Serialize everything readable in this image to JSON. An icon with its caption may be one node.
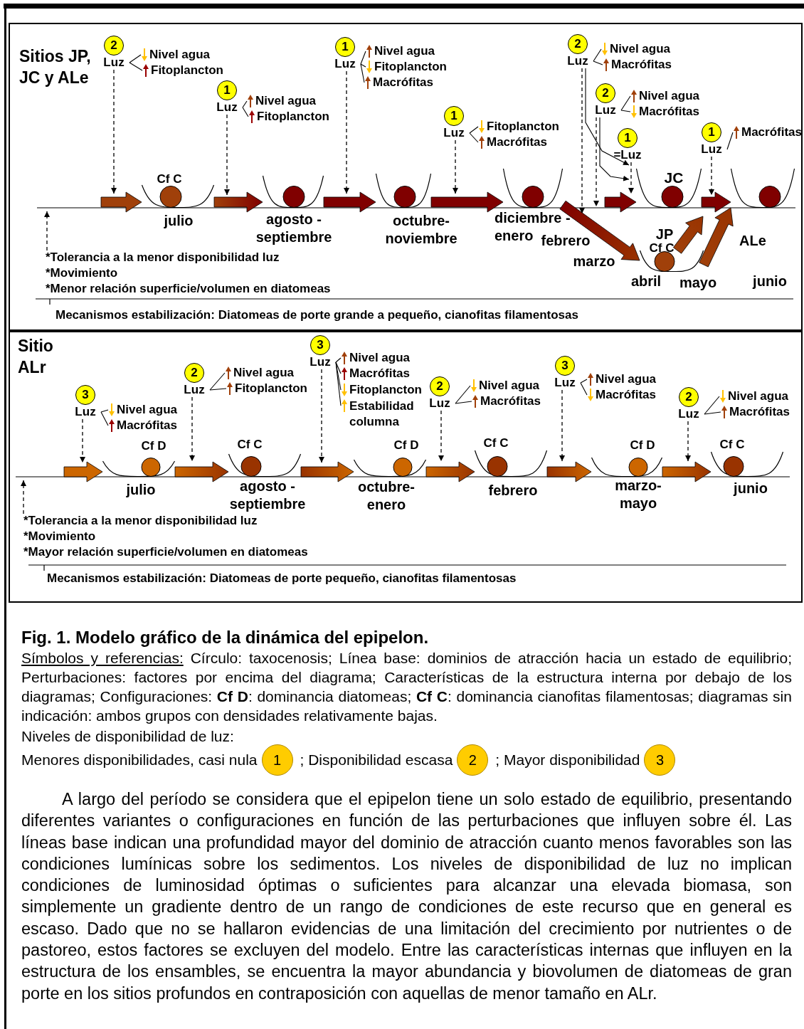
{
  "diagram": {
    "caption": "Fig. 1. Modelo gráfico de la dinámica del epipelon.",
    "nodes": [
      {
        "text": [
          "Sitios JP, JC y ALe"
        ]
      },
      {
        "text": [
          "2",
          "Luz"
        ],
        "in": 0
      },
      {
        "text": [
          "Nivel agua"
        ],
        "in": 0
      },
      {
        "text": [
          "Fitoplancton"
        ],
        "in": 0
      },
      {
        "text": [
          "1",
          "Luz"
        ],
        "in": 0
      },
      {
        "text": [
          "Nivel agua"
        ],
        "in": 0
      },
      {
        "text": [
          "Fitoplancton"
        ],
        "in": 0
      },
      {
        "text": [
          "1",
          "Luz"
        ],
        "in": 0
      },
      {
        "text": [
          "Nivel agua"
        ],
        "in": 0
      },
      {
        "text": [
          "Fitoplancton"
        ],
        "in": 0
      },
      {
        "text": [
          "Macrófitas"
        ],
        "in": 0
      },
      {
        "text": [
          "1",
          "Luz"
        ],
        "in": 0
      },
      {
        "text": [
          "Fitoplancton"
        ],
        "in": 0
      },
      {
        "text": [
          "Macrófitas"
        ],
        "in": 0
      },
      {
        "text": [
          "2",
          "Luz"
        ],
        "in": 0
      },
      {
        "text": [
          "Nivel agua"
        ],
        "in": 0
      },
      {
        "text": [
          "Macrófitas"
        ],
        "in": 0
      },
      {
        "text": [
          "2",
          "Luz"
        ],
        "in": 0
      },
      {
        "text": [
          "Nivel agua"
        ],
        "in": 0
      },
      {
        "text": [
          "Macrófitas"
        ],
        "in": 0
      },
      {
        "text": [
          "1",
          "=Luz"
        ],
        "in": 0
      },
      {
        "text": [
          "1",
          "Luz"
        ],
        "in": 0
      },
      {
        "text": [
          "Macrófitas"
        ],
        "in": 0
      },
      {
        "text": [
          "Cf C"
        ],
        "beside": [
          "julio"
        ],
        "in": 0
      },
      {
        "text": [],
        "shape": "cup",
        "beside": [
          "agosto - septiembre"
        ],
        "in": 0
      },
      {
        "text": [],
        "shape": "cup",
        "beside": [
          "octubre- noviembre"
        ],
        "in": 0
      },
      {
        "text": [],
        "shape": "cup",
        "beside": [
          "diciembre - enero"
        ],
        "in": 0
      },
      {
        "text": [
          "JC"
        ],
        "in": 0
      },
      {
        "text": [],
        "shape": "cup",
        "in": 0
      },
      {
        "text": [
          "Cf C"
        ],
        "beside": [
          "abril",
          "mayo"
        ],
        "in": 0
      },
      {
        "text": [
          "*Tolerancia a la menor disponibilidad luz",
          "*Movimiento",
          "*Menor relación superficie/volumen en diatomeas"
        ],
        "in": 0
      },
      {
        "text": [
          "Sitio ALr"
        ]
      },
      {
        "text": [
          "3",
          "Luz"
        ],
        "in": 31
      },
      {
        "text": [
          "Nivel agua"
        ],
        "in": 31
      },
      {
        "text": [
          "Macrófitas"
        ],
        "in": 31
      },
      {
        "text": [
          "2",
          "Luz"
        ],
        "in": 31
      },
      {
        "text": [
          "Nivel agua"
        ],
        "in": 31
      },
      {
        "text": [
          "Fitoplancton"
        ],
        "in": 31
      },
      {
        "text": [
          "3",
          "Luz"
        ],
        "in": 31
      },
      {
        "text": [
          "Nivel agua"
        ],
        "in": 31
      },
      {
        "text": [
          "Macrófitas"
        ],
        "in": 31
      },
      {
        "text": [
          "Fitoplancton"
        ],
        "in": 31
      },
      {
        "text": [
          "Estabilidad columna"
        ],
        "in": 31
      },
      {
        "text": [
          "2",
          "Luz"
        ],
        "in": 31
      },
      {
        "text": [
          "Nivel agua"
        ],
        "in": 31
      },
      {
        "text": [
          "Macrófitas"
        ],
        "in": 31
      },
      {
        "text": [
          "3",
          "Luz"
        ],
        "in": 31
      },
      {
        "text": [
          "Nivel agua"
        ],
        "in": 31
      },
      {
        "text": [
          "Macrófitas"
        ],
        "in": 31
      },
      {
        "text": [
          "2",
          "Luz"
        ],
        "in": 31
      },
      {
        "text": [
          "Nivel agua"
        ],
        "in": 31
      },
      {
        "text": [
          "Macrófitas"
        ],
        "in": 31
      },
      {
        "text": [
          "Cf D"
        ],
        "beside": [
          "julio"
        ],
        "in": 31
      },
      {
        "text": [
          "Cf C"
        ],
        "beside": [
          "agosto - septiembre"
        ],
        "in": 31
      },
      {
        "text": [
          "Cf D"
        ],
        "beside": [
          "octubre- enero"
        ],
        "in": 31
      },
      {
        "text": [
          "Cf C"
        ],
        "beside": [
          "febrero"
        ],
        "in": 31
      },
      {
        "text": [
          "Cf D"
        ],
        "beside": [
          "marzo- mayo"
        ],
        "in": 31
      },
      {
        "text": [
          "Cf C"
        ],
        "beside": [
          "junio"
        ],
        "in": 31
      },
      {
        "text": [
          "*Tolerancia a la menor disponibilidad luz",
          "*Movimiento",
          "*Mayor relación superficie/volumen en diatomeas"
        ],
        "in": 31
      },
      {
        "text": [
          "1"
        ],
        "beside": [
          "Menores disponibilidades, casi nula"
        ]
      },
      {
        "text": [
          "2"
        ],
        "beside": [
          "; Disponibilidad escasa"
        ]
      },
      {
        "text": [
          "3"
        ],
        "beside": [
          "; Mayor disponibilidad"
        ]
      }
    ],
    "edges": [
      {
        "from": 1,
        "to": 2,
        "arrow": "none"
      },
      {
        "from": 1,
        "to": 3,
        "arrow": "none"
      },
      {
        "from": 4,
        "to": 5,
        "arrow": "none"
      },
      {
        "from": 4,
        "to": 6,
        "arrow": "none"
      },
      {
        "from": 7,
        "to": 8,
        "arrow": "none"
      },
      {
        "from": 7,
        "to": 9,
        "arrow": "none"
      },
      {
        "from": 7,
        "to": 10,
        "arrow": "none"
      },
      {
        "from": 11,
        "to": 12,
        "arrow": "none"
      },
      {
        "from": 11,
        "to": 13,
        "arrow": "none"
      },
      {
        "from": 14,
        "to": 15,
        "arrow": "none"
      },
      {
        "from": 14,
        "to": 16,
        "arrow": "none"
      },
      {
        "from": 17,
        "to": 18,
        "arrow": "none"
      },
      {
        "from": 17,
        "to": 19,
        "arrow": "none"
      },
      {
        "from": 21,
        "to": 22,
        "arrow": "none"
      },
      {
        "from": 1,
        "to": null,
        "arrow": "to",
        "style": "dashed"
      },
      {
        "from": 4,
        "to": 23,
        "arrow": "to",
        "style": "dashed"
      },
      {
        "from": 7,
        "to": 24,
        "arrow": "to",
        "style": "dashed"
      },
      {
        "from": 11,
        "to": 25,
        "arrow": "to",
        "style": "dashed"
      },
      {
        "from": 14,
        "to": 26,
        "arrow": "to",
        "style": "dashed"
      },
      {
        "from": 17,
        "to": null,
        "arrow": "to",
        "style": "dashed"
      },
      {
        "from": 20,
        "to": 27,
        "arrow": "to",
        "style": "dashed"
      },
      {
        "from": 21,
        "to": 27,
        "arrow": "to",
        "style": "dashed"
      },
      {
        "from": 14,
        "to": 20,
        "arrow": "to"
      },
      {
        "from": 17,
        "to": 27,
        "arrow": "to"
      },
      {
        "from": null,
        "to": 23,
        "arrow": "to",
        "style": "thick",
        "color": "#a0400a"
      },
      {
        "from": 23,
        "to": 24,
        "arrow": "to",
        "style": "thick",
        "color": "#800000"
      },
      {
        "from": 24,
        "to": 25,
        "arrow": "to",
        "style": "thick",
        "color": "#800000"
      },
      {
        "from": 25,
        "to": 26,
        "arrow": "to",
        "style": "thick",
        "color": "#800000"
      },
      {
        "from": 26,
        "to": 29,
        "arrow": "to",
        "style": "thick",
        "color": "#993300"
      },
      {
        "from": null,
        "to": 27,
        "arrow": "to",
        "style": "thick",
        "color": "#800000"
      },
      {
        "from": 27,
        "to": 28,
        "arrow": "to",
        "style": "thick",
        "color": "#800000"
      },
      {
        "from": 29,
        "to": null,
        "label": "JP",
        "arrow": "to",
        "style": "thick",
        "color": "#993300"
      },
      {
        "from": 29,
        "to": 28,
        "label": "ALe",
        "arrow": "to",
        "style": "thick",
        "color": "#993300"
      },
      {
        "from": 30,
        "to": null,
        "arrow": "to",
        "style": "dashed"
      },
      {
        "from": 32,
        "to": 33,
        "arrow": "none"
      },
      {
        "from": 32,
        "to": 34,
        "arrow": "none"
      },
      {
        "from": 35,
        "to": 36,
        "arrow": "none"
      },
      {
        "from": 35,
        "to": 37,
        "arrow": "none"
      },
      {
        "from": 38,
        "to": 39,
        "arrow": "none"
      },
      {
        "from": 38,
        "to": 40,
        "arrow": "none"
      },
      {
        "from": 38,
        "to": 41,
        "arrow": "none"
      },
      {
        "from": 38,
        "to": 42,
        "arrow": "none"
      },
      {
        "from": 43,
        "to": 44,
        "arrow": "none"
      },
      {
        "from": 43,
        "to": 45,
        "arrow": "none"
      },
      {
        "from": 46,
        "to": 47,
        "arrow": "none"
      },
      {
        "from": 46,
        "to": 48,
        "arrow": "none"
      },
      {
        "from": 49,
        "to": 50,
        "arrow": "none"
      },
      {
        "from": 49,
        "to": 51,
        "arrow": "none"
      },
      {
        "from": 32,
        "to": 52,
        "arrow": "to",
        "style": "dashed"
      },
      {
        "from": 35,
        "to": 52,
        "arrow": "to",
        "style": "dashed"
      },
      {
        "from": 38,
        "to": 53,
        "arrow": "to",
        "style": "dashed"
      },
      {
        "from": 43,
        "to": 54,
        "arrow": "to",
        "style": "dashed"
      },
      {
        "from": 46,
        "to": 55,
        "arrow": "to",
        "style": "dashed"
      },
      {
        "from": 49,
        "to": 57,
        "arrow": "to",
        "style": "dashed"
      },
      {
        "from": null,
        "to": 52,
        "arrow": "to",
        "style": "thick",
        "color": "#cc6600"
      },
      {
        "from": 52,
        "to": 53,
        "arrow": "to",
        "style": "thick",
        "color": "#993300"
      },
      {
        "from": 53,
        "to": 54,
        "arrow": "to",
        "style": "thick",
        "color": "#cc6600"
      },
      {
        "from": 54,
        "to": 55,
        "arrow": "to",
        "style": "thick",
        "color": "#993300"
      },
      {
        "from": 55,
        "to": 56,
        "arrow": "to",
        "style": "thick",
        "color": "#cc6600"
      },
      {
        "from": 56,
        "to": 57,
        "arrow": "to",
        "style": "thick",
        "color": "#993300"
      },
      {
        "from": 58,
        "to": null,
        "arrow": "to",
        "style": "dashed"
      }
    ],
    "labels": [
      "febrero",
      "marzo",
      "junio",
      "Mecanismos estabilización: Diatomeas de porte grande a pequeño, cianofitas filamentosas",
      "Mecanismos estabilización: Diatomeas de porte pequeño, cianofitas filamentosas",
      "Símbolos y referencias:",
      "Círculo: taxocenosis; Línea base: dominios de atracción hacia un estado de equilibrio; Perturbaciones: factores por encima del diagrama; Características de la estructura interna por debajo de los diagramas; Configuraciones: **Cf D**: dominancia diatomeas; **Cf C**: dominancia cianofitas filamentosas; diagramas sin indicación: ambos grupos con densidades relativamente bajas.",
      "Niveles de disponibilidad de luz:",
      "A largo del período se considera que el epipelon tiene un solo estado de equilibrio, presentando diferentes variantes o configuraciones en función de las perturbaciones que influyen sobre él. Las líneas base indican una profundidad mayor del dominio de atracción cuanto menos favorables son las condiciones lumínicas sobre los sedimentos. Los niveles de disponibilidad de luz no implican condiciones de luminosidad óptimas o suficientes para alcanzar una elevada biomasa, son simplemente un gradiente dentro de un rango de condiciones de este recurso que en general es escaso. Dado que no se hallaron evidencias de una limitación del crecimiento por nutrientes o de pastoreo, estos factores se excluyen del modelo. Entre las características internas que influyen en la estructura de los ensambles, se encuentra la mayor abundancia y biovolumen de diatomeas de gran porte en los sitios profundos en contraposición con aquellas de menor tamaño en ALr."
    ]
  }
}
